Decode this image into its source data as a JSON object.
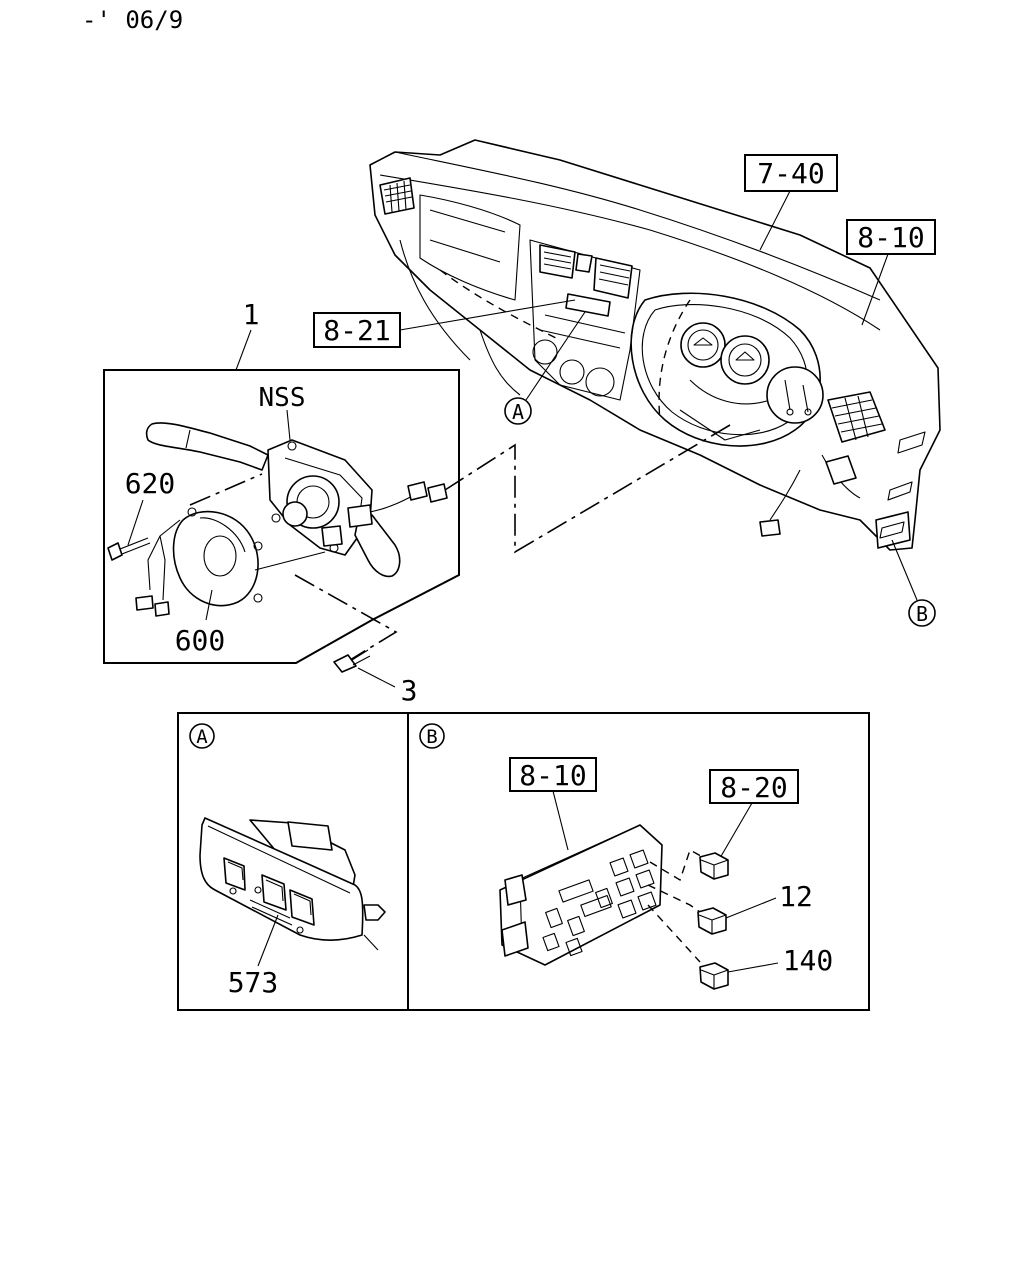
{
  "header": {
    "code": "-' 06/9"
  },
  "labels": {
    "ref_7_40": "7-40",
    "ref_8_10_top": "8-10",
    "ref_8_21": "8-21",
    "part_1": "1",
    "nss": "NSS",
    "part_620": "620",
    "part_600": "600",
    "part_3": "3",
    "detail_a": "A",
    "detail_b": "B",
    "part_573": "573",
    "ref_8_10_detail": "8-10",
    "ref_8_20": "8-20",
    "part_12": "12",
    "part_140": "140"
  }
}
